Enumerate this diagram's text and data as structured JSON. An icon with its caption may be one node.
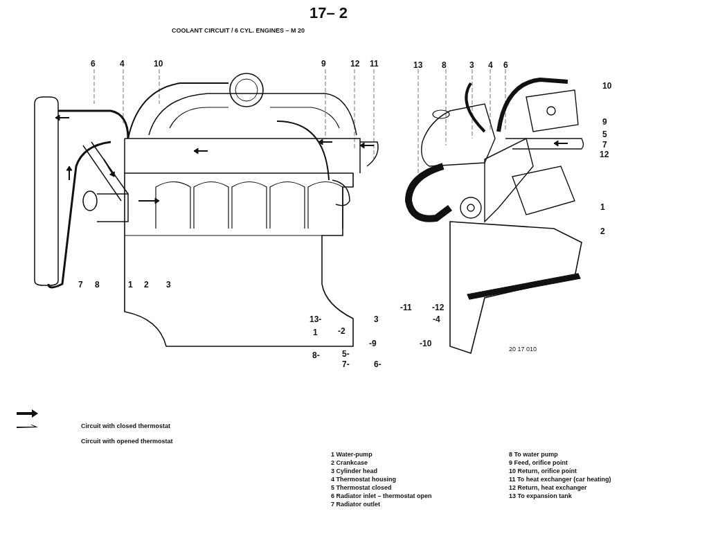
{
  "diagram": {
    "title": "COOLANT CIRCUIT / 6 CYL. ENGINES – M 20",
    "labels": [
      "17– 2",
      "6",
      "4",
      "10",
      "9",
      "12",
      "11",
      "13",
      "8",
      "3",
      "4",
      "6",
      "10",
      "9",
      "5",
      "7",
      "12",
      "1",
      "2",
      "7",
      "8",
      "1",
      "2",
      "3",
      "-11",
      "-12",
      "13-",
      "3",
      "-4",
      "1",
      "-2",
      "-9",
      "-10",
      "8-",
      "5-",
      "7-",
      "6-",
      "20 17 010",
      "1 Water-pump",
      "2 Crankcase",
      "3 Cylinder head",
      "4 Thermostat housing",
      "5 Thermostat closed",
      "6 Radiator inlet – thermostat open",
      "7 Radiator outlet",
      "8 To water pump",
      "9 Feed, orifice point",
      "10 Return, orifice point",
      "11 To heat exchanger (car heating)",
      "12 Return, heat exchanger",
      "13 To expansion tank"
    ],
    "legend": [
      {
        "text": "Circuit with closed thermostat"
      },
      {
        "text": "Circuit with opened thermostat"
      }
    ]
  }
}
